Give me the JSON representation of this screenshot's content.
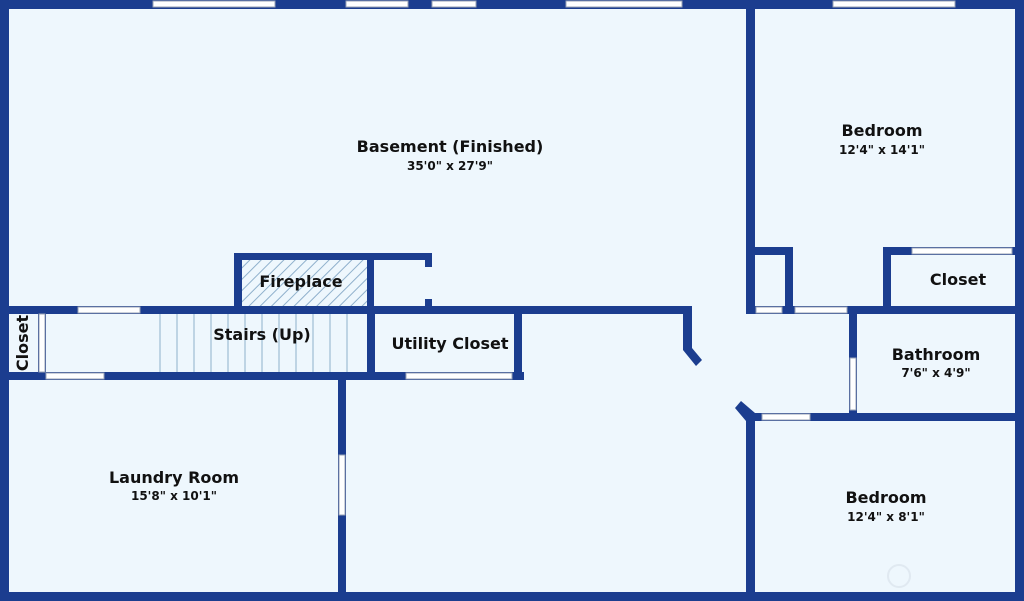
{
  "colors": {
    "floor": "#eef7fd",
    "wall": "#1b3d8f",
    "text": "#111111",
    "fireplace_hatch": "#8fb0cc"
  },
  "rooms": {
    "basement": {
      "name": "Basement (Finished)",
      "dims": "35'0\" x 27'9\""
    },
    "bedroom_top": {
      "name": "Bedroom",
      "dims": "12'4\" x 14'1\""
    },
    "closet_right": {
      "name": "Closet"
    },
    "fireplace": {
      "name": "Fireplace"
    },
    "closet_left": {
      "name": "Closet"
    },
    "stairs": {
      "name": "Stairs (Up)"
    },
    "utility_closet": {
      "name": "Utility Closet"
    },
    "bathroom": {
      "name": "Bathroom",
      "dims": "7'6\" x 4'9\""
    },
    "laundry": {
      "name": "Laundry Room",
      "dims": "15'8\" x 10'1\""
    },
    "bedroom_bottom": {
      "name": "Bedroom",
      "dims": "12'4\" x 8'1\""
    }
  }
}
